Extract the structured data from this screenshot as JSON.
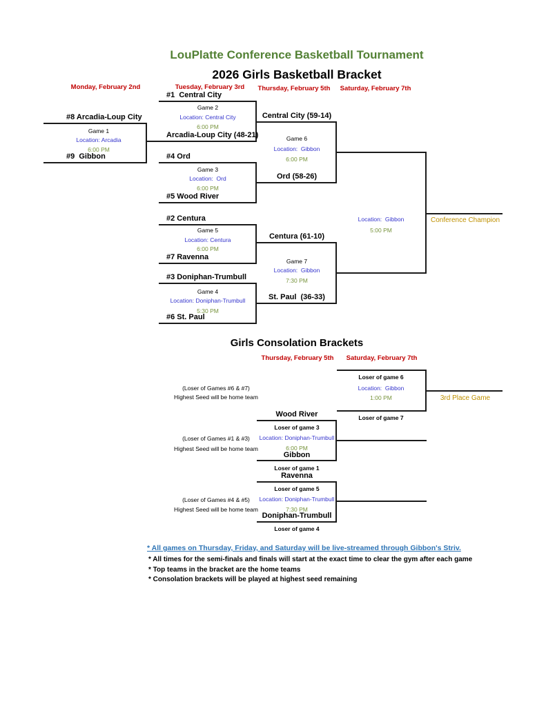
{
  "header": {
    "title": "LouPlatte Conference Basketball Tournament",
    "subtitle": "2026 Girls Basketball Bracket"
  },
  "main": {
    "dates": [
      "Monday, February 2nd",
      "Tuesday, February 3rd",
      "Thursday, February 5th",
      "Saturday, February 7th"
    ],
    "game1": {
      "top_team": "#8 Arcadia-Loup City",
      "label": "Game 1",
      "location": "Location: Arcadia",
      "time": "6:00 PM",
      "bottom_team": "#9  Gibbon"
    },
    "game2": {
      "top_team": "#1  Central City",
      "label": "Game 2",
      "location": "Location: Central City",
      "time": "6:00 PM",
      "bottom_team": "Arcadia-Loup City (48-21)"
    },
    "game3": {
      "top_team": "#4 Ord",
      "label": "Game 3",
      "location": "Location:  Ord",
      "time": "6:00 PM",
      "bottom_team": "#5 Wood River"
    },
    "game5": {
      "top_team": "#2 Centura",
      "label": "Game 5",
      "location": "Location: Centura",
      "time": "6:00 PM",
      "bottom_team": "#7 Ravenna"
    },
    "game4": {
      "top_team": "#3 Doniphan-Trumbull",
      "label": "Game 4",
      "location": "Location: Doniphan-Trumbull",
      "time": "5:30 PM",
      "bottom_team": "#6 St. Paul"
    },
    "game6": {
      "top_team": "Central City (59-14)",
      "label": "Game 6",
      "location": "Location:  Gibbon",
      "time": "6:00 PM",
      "bottom_team": "Ord (58-26)"
    },
    "game7": {
      "top_team": "Centura (61-10)",
      "label": "Game 7",
      "location": "Location:  Gibbon",
      "time": "7:30 PM",
      "bottom_team": "St. Paul  (36-33)"
    },
    "final": {
      "location": "Location:  Gibbon",
      "time": "5:00 PM",
      "champion": "Conference Champion"
    }
  },
  "consolation": {
    "title": "Girls Consolation Brackets",
    "dates": [
      "Thursday, February 5th",
      "Saturday, February 7th"
    ],
    "third_place": {
      "note1": "(Loser of Games #6 & #7)",
      "note2": "Highest Seed will be home team",
      "top_slot": "Loser of game 6",
      "location": "Location:  Gibbon",
      "time": "1:00 PM",
      "bottom_slot": "Loser of game 7",
      "result": "3rd Place Game"
    },
    "bracket2": {
      "note1": "(Loser of Games #1 & #3)",
      "note2": "Highest Seed will be home team",
      "top_team": "Wood River",
      "top_slot": "Loser of game 3",
      "location": "Location: Doniphan-Trumbull",
      "time": "6:00 PM",
      "bottom_team": "Gibbon",
      "bottom_slot": "Loser of game 1"
    },
    "bracket3": {
      "note1": "(Loser of Games #4 & #5)",
      "note2": "Highest Seed will be home team",
      "top_team": "Ravenna",
      "top_slot": "Loser of game 5",
      "location": "Location: Doniphan-Trumbull",
      "time": "7:30 PM",
      "bottom_team": "Doniphan-Trumbull",
      "bottom_slot": "Loser of game 4"
    }
  },
  "notes": {
    "live_stream": "* All games on Thursday, Friday, and Saturday will be live-streamed through Gibbon's Striv.",
    "semi_finals": "* All times for the semi-finals and finals will start at the exact time to clear the gym after each game",
    "home_teams": "* Top teams in the bracket are the home teams",
    "consolation_seed": "* Consolation brackets will be played at highest seed remaining"
  },
  "colors": {
    "title_green": "#538135",
    "date_red": "#C00000",
    "location_blue": "#3333CC",
    "time_olive": "#77933C",
    "result_gold": "#BF9000",
    "link_blue": "#2E74B5",
    "line_black": "#1a1a1a"
  }
}
